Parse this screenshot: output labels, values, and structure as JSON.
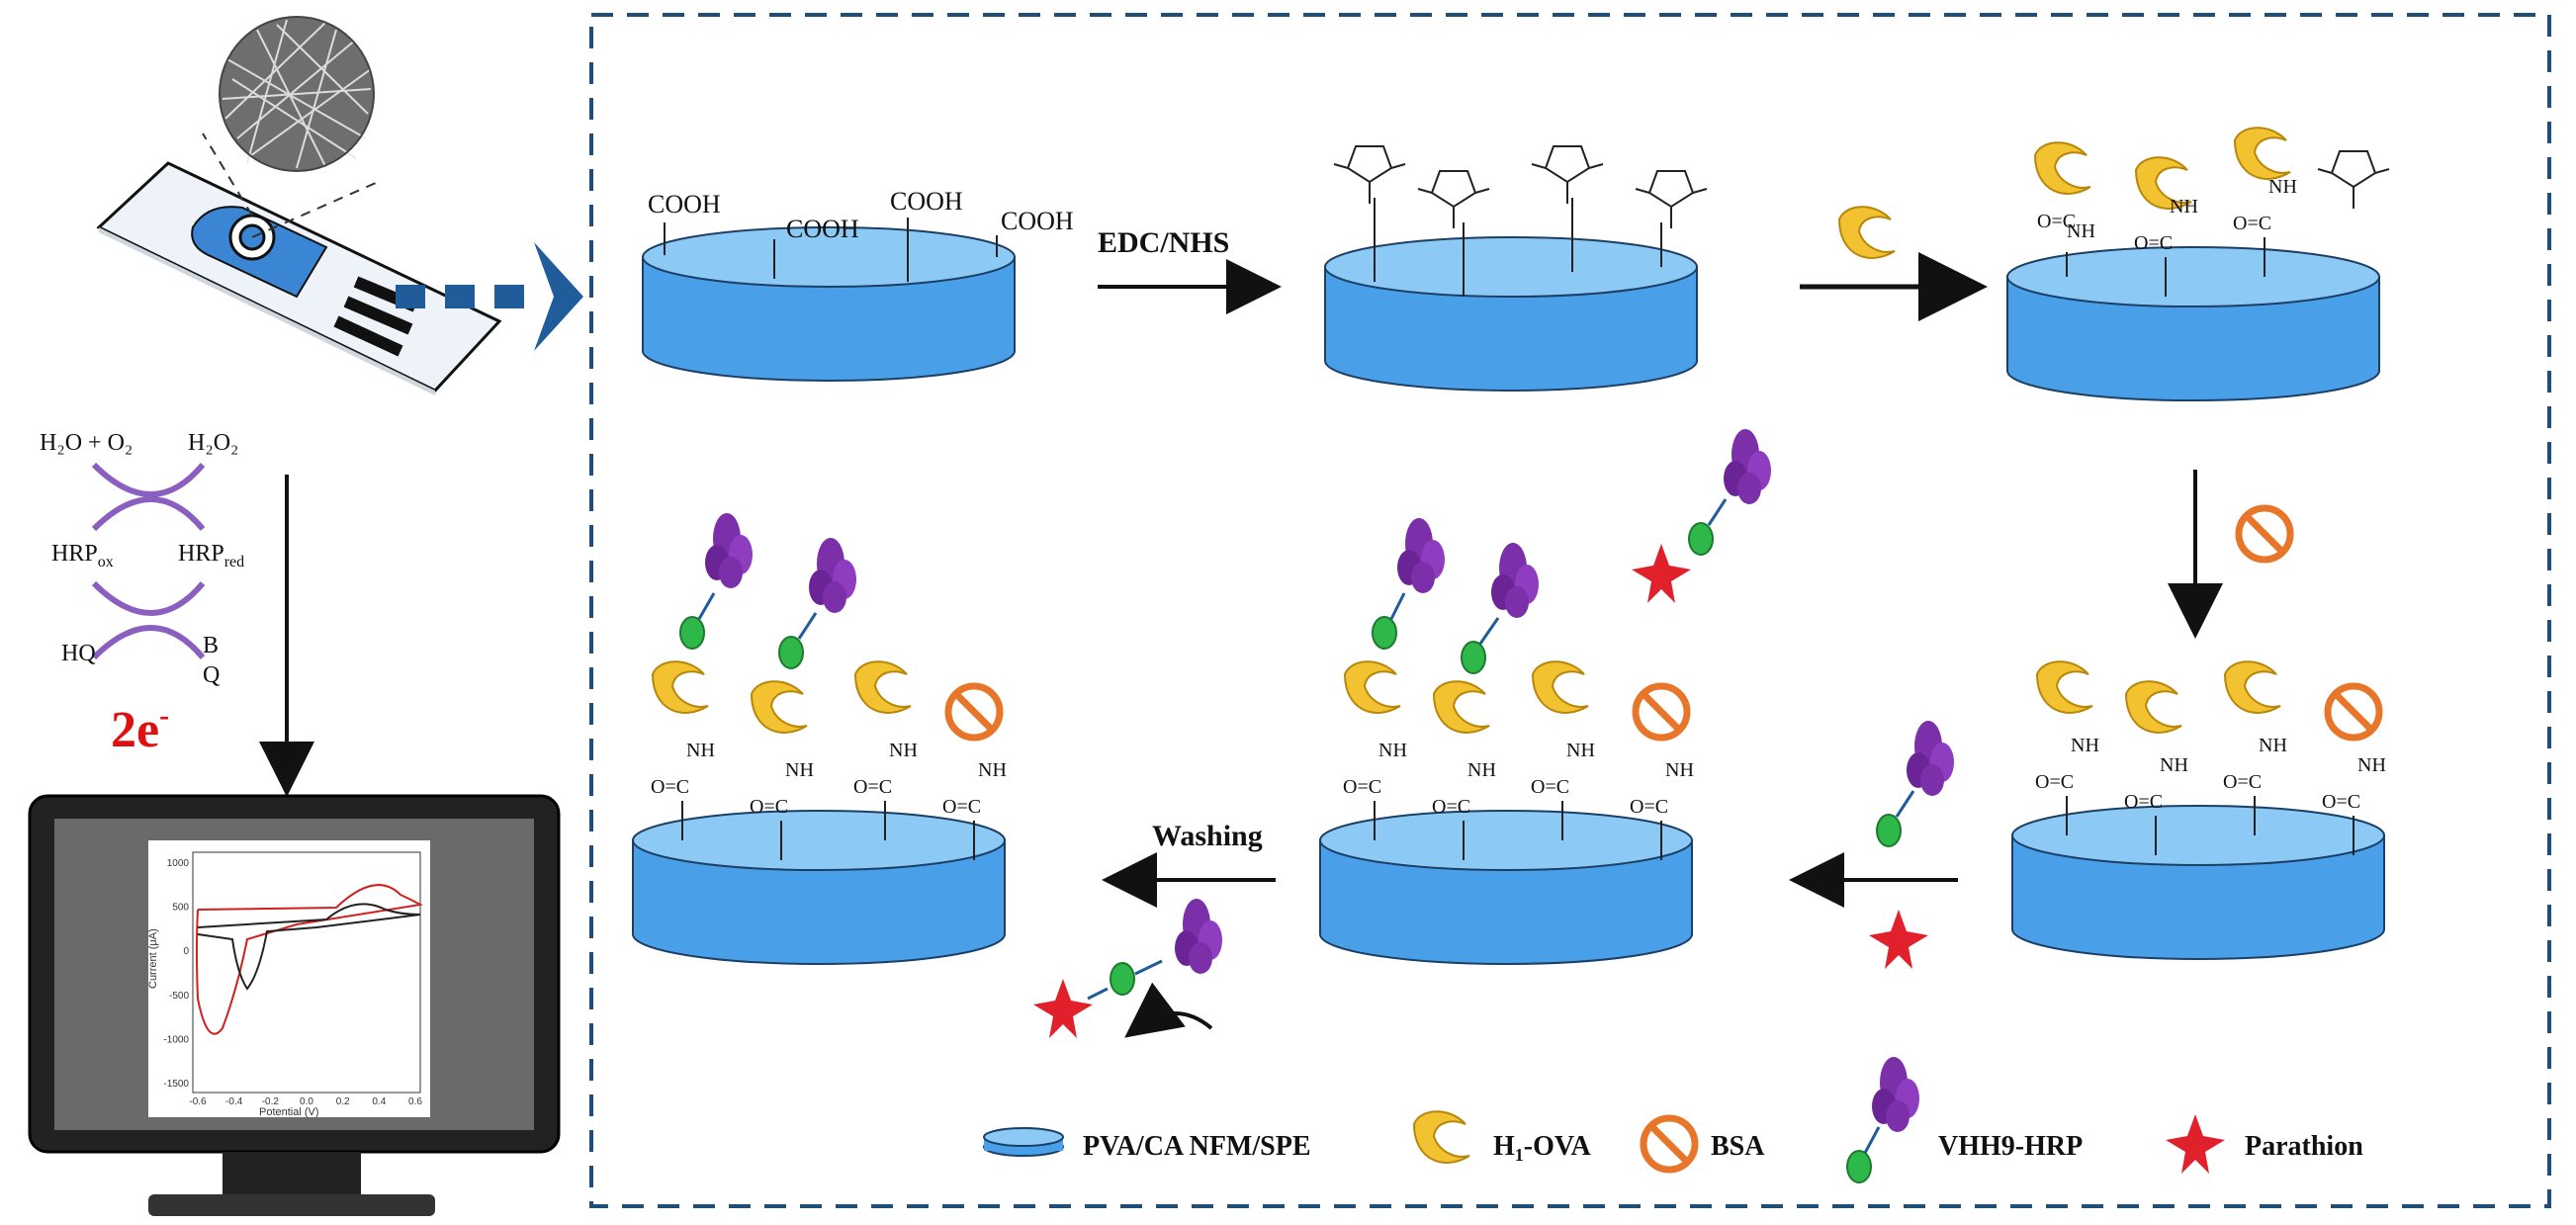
{
  "surface": {
    "cooh_groups": [
      "COOH",
      "COOH",
      "COOH",
      "COOH"
    ]
  },
  "steps": {
    "edc_nhs": "EDC/NHS",
    "washing": "Washing"
  },
  "chemistry": {
    "amide_nh": "NH",
    "amide_co": "O=C"
  },
  "detection": {
    "h2o_o2": "H₂O + O₂",
    "h2o2": "H₂O₂",
    "hrp_ox_base": "HRP",
    "hrp_ox_sub": "ox",
    "hrp_red_base": "HRP",
    "hrp_red_sub": "red",
    "hq": "HQ",
    "bq_b": "B",
    "bq_q": "Q",
    "electrons_base": "2e",
    "electrons_sup": "-"
  },
  "voltammogram": {
    "ylabel": "Current (μA)",
    "xlabel": "Potential (V)",
    "yticks": [
      "1000",
      "500",
      "0",
      "-500",
      "-1000",
      "-1500"
    ],
    "xticks": [
      "-0.6",
      "-0.4",
      "-0.2",
      "0.0",
      "0.2",
      "0.4",
      "0.6"
    ]
  },
  "legend": {
    "electrode": "PVA/CA NFM/SPE",
    "antigen_base": "H",
    "antigen_sub": "1",
    "antigen_rest": "-OVA",
    "blocker": "BSA",
    "antibody": "VHH9-HRP",
    "analyte": "Parathion"
  },
  "colors": {
    "electrode": "#4aa0e8",
    "electrode_top": "#8ccaf5",
    "frame_dash": "#1f4e79",
    "arrow_blue": "#1f5c99",
    "antigen": "#f2c230",
    "bsa": "#e8762a",
    "antibody_head": "#7b2fa8",
    "antibody_tail": "#2fb84a",
    "parathion": "#e0202a",
    "electrons": "#e01010",
    "cv_red": "#d02020",
    "cv_black": "#222222"
  }
}
